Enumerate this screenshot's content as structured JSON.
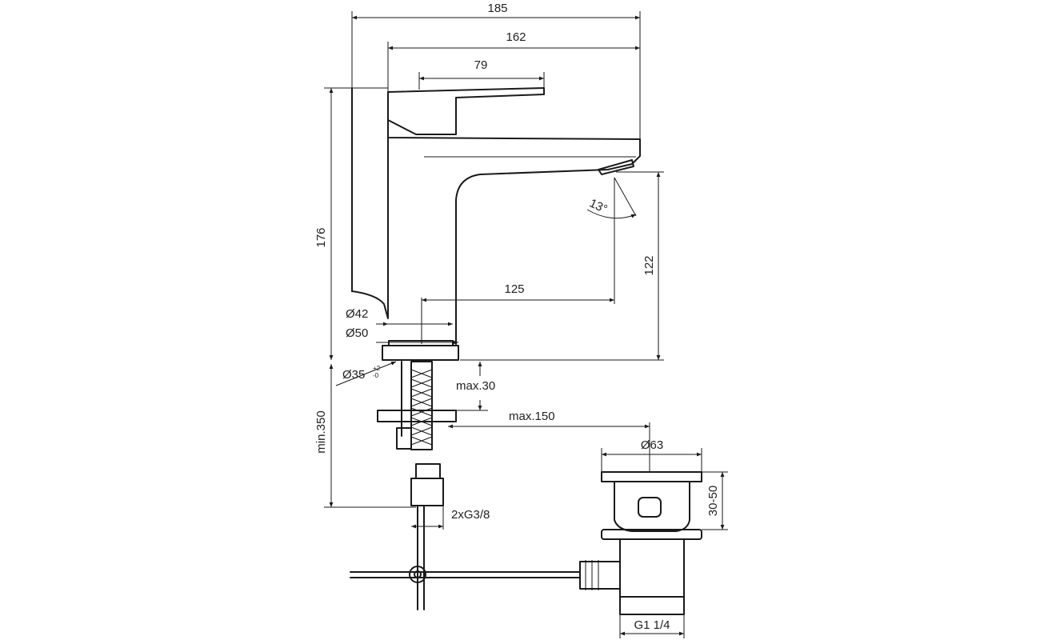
{
  "dimensions": {
    "width_overall": "185",
    "spout_reach": "162",
    "lever_length": "79",
    "height_overall": "176",
    "outlet_height": "122",
    "outlet_offset": "125",
    "body_diameter": "Ø42",
    "base_diameter": "Ø50",
    "hole_diameter": "Ø35",
    "hole_tolerance": "+2",
    "hole_tolerance_low": "-0",
    "tilt_angle": "13°",
    "deck_thickness": "max.30",
    "pull_rod_reach": "max.150",
    "min_clearance": "min.350",
    "connection": "2xG3/8",
    "waste_diameter": "Ø63",
    "waste_range": "30-50",
    "waste_thread": "G1 1/4"
  }
}
